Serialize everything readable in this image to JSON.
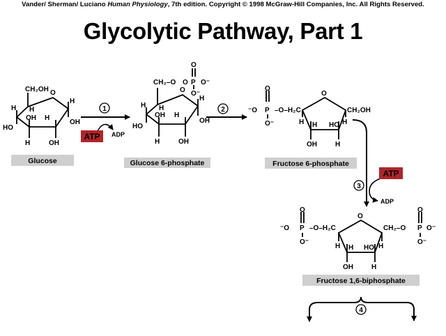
{
  "header": {
    "authors": "Vander/ Sherman/ Luciano",
    "book": "Human Physiology",
    "rest": ", 7th edition. Copyright © 1998 McGraw-Hill Companies, Inc. All Rights Reserved."
  },
  "title": "Glycolytic Pathway, Part 1",
  "steps": {
    "s1": "1",
    "s2": "2",
    "s3": "3",
    "s4": "4"
  },
  "cofactors": {
    "atp": "ATP",
    "adp": "ADP"
  },
  "molecules": {
    "glucose": "Glucose",
    "g6p": "Glucose 6-phosphate",
    "f6p": "Fructose 6-phosphate",
    "f16bp": "Fructose 1,6-biphosphate"
  },
  "atoms": {
    "ch2oh": "CH₂OH",
    "ch2o": "CH₂–O",
    "h2c": "–O–H₂C",
    "ch2o_right": "CH₂–O",
    "h": "H",
    "ho": "HO",
    "oh": "OH",
    "o_ring": "O",
    "p": "P",
    "o": "O",
    "o_minus": "O⁻",
    "minus_o": "⁻O"
  },
  "colors": {
    "atp_fill": "#b1242a",
    "label_fill": "#cfcfcf",
    "text": "#000000"
  }
}
